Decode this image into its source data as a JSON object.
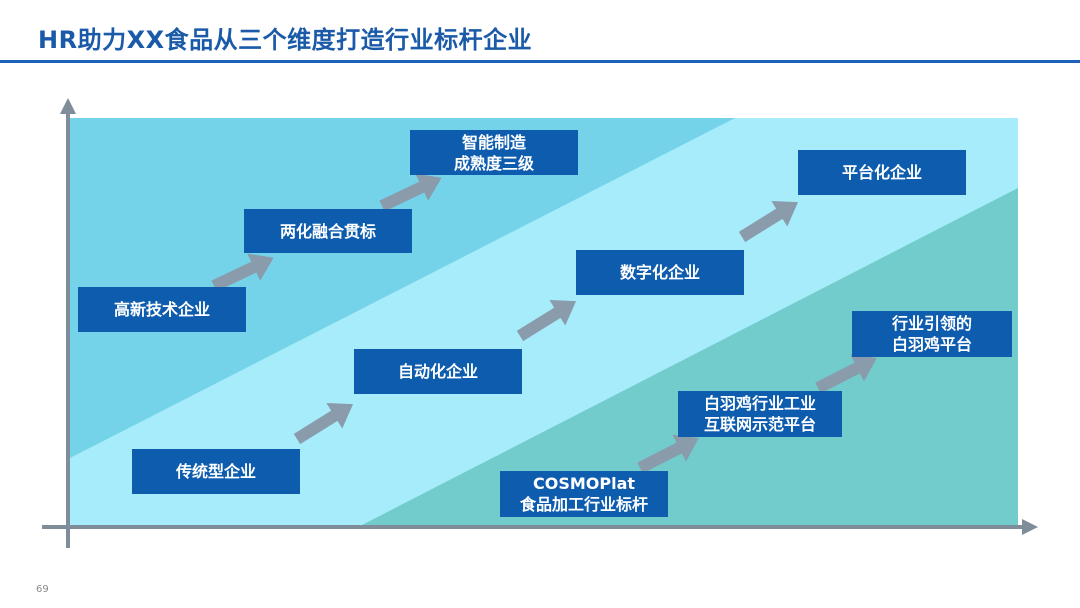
{
  "slide": {
    "title": "HR助力XX食品从三个维度打造行业标杆企业",
    "page_number": "69"
  },
  "colors": {
    "title": "#1b5aa8",
    "band_top": "#74d3e8",
    "band_middle": "#a6ecfa",
    "band_bottom": "#72cccc",
    "box": "#0d5cae",
    "arrow": "#8a9bab",
    "axis": "#7f8c99"
  },
  "rows": [
    {
      "name": "top",
      "nodes": [
        {
          "lines": [
            "高新技术企业"
          ]
        },
        {
          "lines": [
            "两化融合贯标"
          ]
        },
        {
          "lines": [
            "智能制造",
            "成熟度三级"
          ]
        }
      ]
    },
    {
      "name": "middle",
      "nodes": [
        {
          "lines": [
            "传统型企业"
          ]
        },
        {
          "lines": [
            "自动化企业"
          ]
        },
        {
          "lines": [
            "数字化企业"
          ]
        },
        {
          "lines": [
            "平台化企业"
          ]
        }
      ]
    },
    {
      "name": "bottom",
      "nodes": [
        {
          "lines": [
            "COSMOPlat",
            "食品加工行业标杆"
          ]
        },
        {
          "lines": [
            "白羽鸡行业工业",
            "互联网示范平台"
          ]
        },
        {
          "lines": [
            "行业引领的",
            "白羽鸡平台"
          ]
        }
      ]
    }
  ]
}
